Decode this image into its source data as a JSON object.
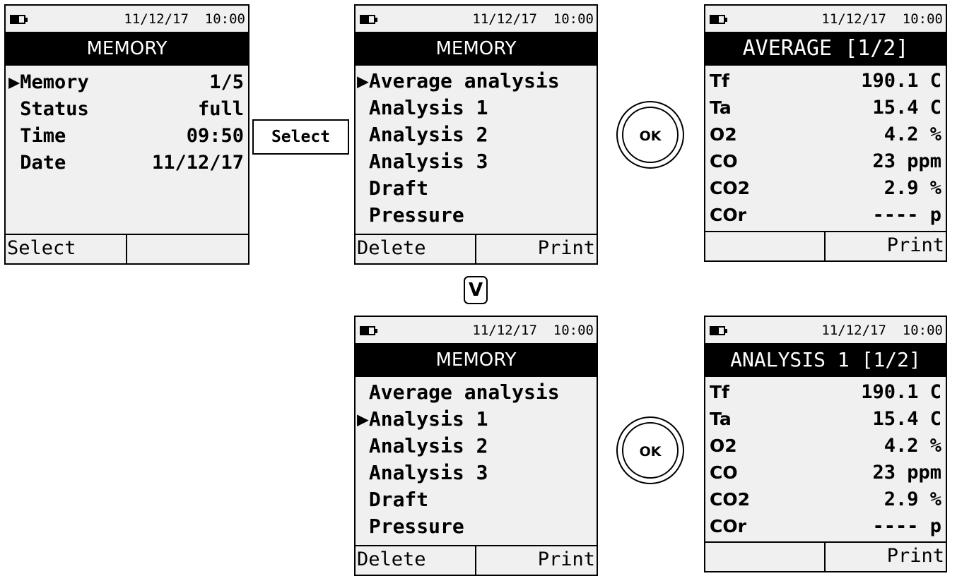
{
  "status": {
    "date": "11/12/17",
    "time": "10:00"
  },
  "screen1": {
    "title": "MEMORY",
    "rows": [
      {
        "label": "▶Memory",
        "value": "1/5"
      },
      {
        "label": " Status",
        "value": "full"
      },
      {
        "label": " Time",
        "value": "09:50"
      },
      {
        "label": " Date",
        "value": "11/12/17"
      }
    ],
    "softkey_left": "Select",
    "softkey_right": ""
  },
  "select_button": "Select",
  "screen2": {
    "title": "MEMORY",
    "items": [
      "▶Average analysis",
      " Analysis 1",
      " Analysis 2",
      " Analysis 3",
      " Draft",
      " Pressure"
    ],
    "softkey_left": "Delete",
    "softkey_right": "Print"
  },
  "down_key": "V",
  "screen3": {
    "title": "MEMORY",
    "items": [
      " Average analysis",
      "▶Analysis 1",
      " Analysis 2",
      " Analysis 3",
      " Draft",
      " Pressure"
    ],
    "softkey_left": "Delete",
    "softkey_right": "Print"
  },
  "ok_label": "OK",
  "screen4": {
    "title": "AVERAGE [1/2]",
    "rows": [
      {
        "label": "Tf",
        "value": "190.1 C"
      },
      {
        "label": "Ta",
        "value": "15.4 C"
      },
      {
        "label": "O2",
        "value": "4.2 %"
      },
      {
        "label": "CO",
        "value": "23 ppm"
      },
      {
        "label": "CO2",
        "value": "2.9 %"
      },
      {
        "label": "COr",
        "value": "---- p"
      }
    ],
    "softkey_left": "",
    "softkey_right": "Print"
  },
  "screen5": {
    "title": "ANALYSIS 1 [1/2]",
    "rows": [
      {
        "label": "Tf",
        "value": "190.1 C"
      },
      {
        "label": "Ta",
        "value": "15.4 C"
      },
      {
        "label": "O2",
        "value": "4.2 %"
      },
      {
        "label": "CO",
        "value": "23 ppm"
      },
      {
        "label": "CO2",
        "value": "2.9 %"
      },
      {
        "label": "COr",
        "value": "---- p"
      }
    ],
    "softkey_left": "",
    "softkey_right": "Print"
  }
}
